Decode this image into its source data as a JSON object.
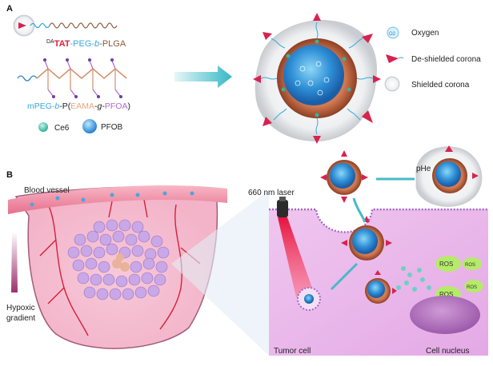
{
  "panel_a": {
    "label": "A",
    "polymer1": {
      "prefix": "DA",
      "part1": "TAT",
      "part2": "-PEG-",
      "part3": "b",
      "part4": "-PLGA"
    },
    "polymer2": {
      "p1": "mPEG-",
      "p2": "b",
      "p3": "-P(",
      "p4": "EAMA",
      "p5": "-",
      "p6": "g",
      "p7": "-",
      "p8": "PFOA",
      "p9": ")"
    },
    "legend_items": {
      "ce6": "Ce6",
      "pfob": "PFOB"
    },
    "right_legend": {
      "oxygen": "Oxygen",
      "deshielded": "De-shielded corona",
      "shielded": "Shielded corona",
      "o2_symbol": "O2"
    },
    "colors": {
      "tat_red": "#e2203a",
      "peg_blue": "#3aa9d8",
      "plga_brown": "#8b5a3c",
      "eama_orange": "#e8a77b",
      "pfoa_purple": "#b169c7"
    }
  },
  "panel_b": {
    "label": "B",
    "blood_vessel": "Blood vessel",
    "hypoxic": [
      "Hypoxic",
      "gradient"
    ],
    "laser": "660 nm laser",
    "phe": "pHe",
    "tumor_cell": "Tumor  cell",
    "cell_nucleus": "Cell nucleus",
    "ros": "ROS"
  }
}
